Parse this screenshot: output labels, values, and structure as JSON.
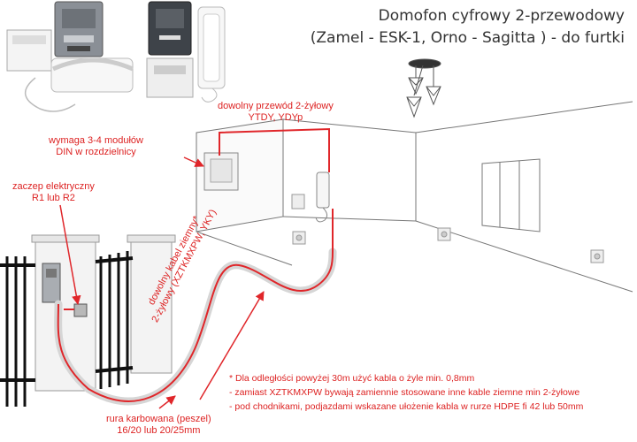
{
  "title": {
    "line1": "Domofon cyfrowy 2-przewodowy",
    "line2": "(Zamel - ESK-1, Orno - Sagitta ) - do furtki"
  },
  "labels": {
    "cable_indoor_1": "dowolny przewód 2-żyłowy",
    "cable_indoor_2": "YTDY, YDYp",
    "din_1": "wymaga 3-4 modułów",
    "din_2": "DIN w rozdzielnicy",
    "strike_1": "zaczep elektryczny",
    "strike_2": "R1 lub R2",
    "ground_cable_1": "dowolny kabel ziemny*",
    "ground_cable_2": "2-żyłowy (XZTKMXPW, YKY)",
    "conduit_1": "rura karbowana (peszel)",
    "conduit_2": "16/20 lub 20/25mm"
  },
  "notes": [
    "* Dla odległości powyżej 30m użyć kabla o żyle min. 0,8mm",
    "- zamiast XZTKMXPW bywają zamiennie stosowane inne kable ziemne min 2-żyłowe",
    "- pod chodnikami, podjazdami wskazane ułożenie kabla w rurze HDPE fi 42 lub 50mm"
  ],
  "colors": {
    "wire": "#e0262a",
    "conduit": "#d6d6d6",
    "text_red": "#dd2222",
    "title": "#333333"
  },
  "product_brand": "ZAMEL"
}
